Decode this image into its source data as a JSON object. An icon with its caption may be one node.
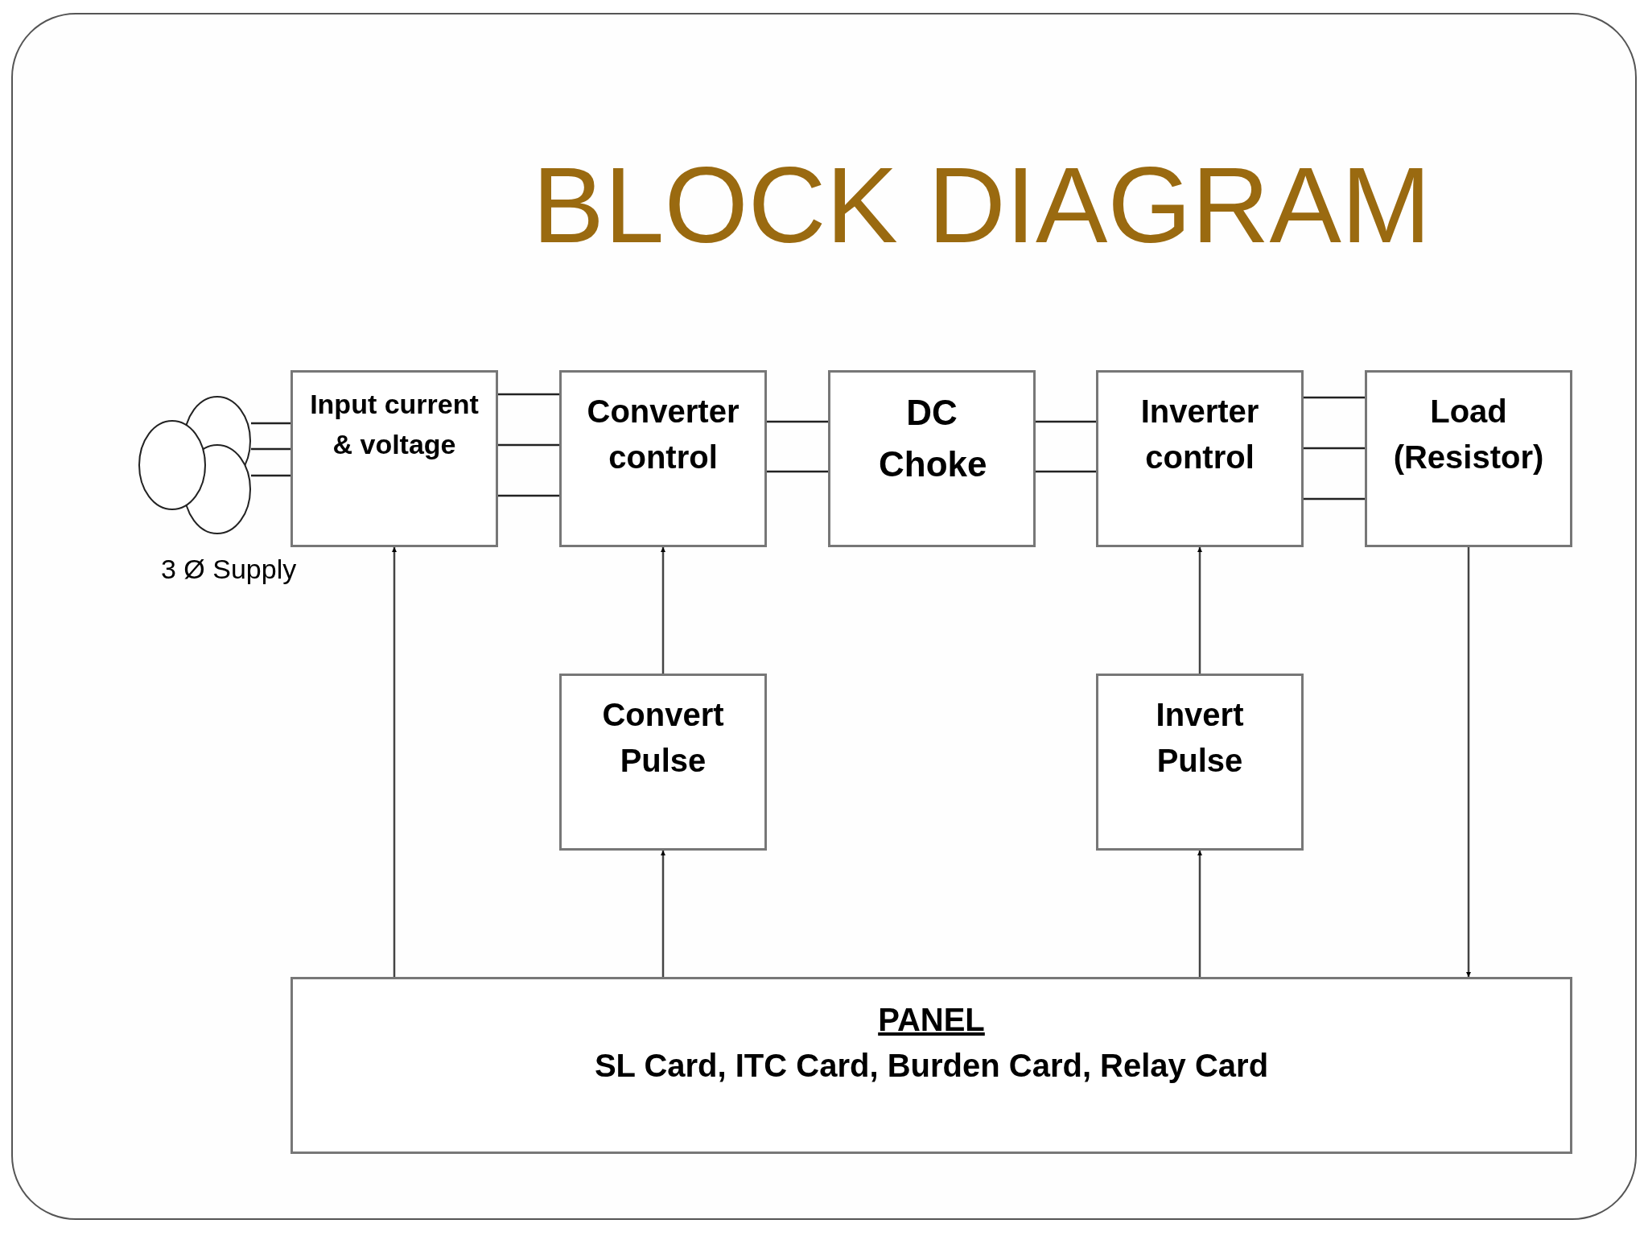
{
  "diagram": {
    "title": "BLOCK DIAGRAM",
    "nodes": [
      {
        "text": [],
        "shape": "circle"
      },
      {
        "text": [
          "Input current & voltage"
        ]
      },
      {
        "text": [
          "Converter control"
        ]
      },
      {
        "text": [
          "DC Choke"
        ]
      },
      {
        "text": [
          "Inverter control"
        ]
      },
      {
        "text": [
          "Load (Resistor)"
        ]
      },
      {
        "text": [
          "Convert Pulse"
        ]
      },
      {
        "text": [
          "Invert Pulse"
        ]
      },
      {
        "text": [
          "PANEL",
          "SL Card, ITC Card, Burden Card, Relay Card"
        ]
      }
    ],
    "edges": [
      {
        "from": 0,
        "to": 1,
        "arrow": "none"
      },
      {
        "from": 0,
        "to": 1,
        "arrow": "none"
      },
      {
        "from": 0,
        "to": 1,
        "arrow": "none"
      },
      {
        "from": 1,
        "to": 2,
        "arrow": "none"
      },
      {
        "from": 1,
        "to": 2,
        "arrow": "none"
      },
      {
        "from": 1,
        "to": 2,
        "arrow": "none"
      },
      {
        "from": 2,
        "to": 3,
        "arrow": "none"
      },
      {
        "from": 2,
        "to": 3,
        "arrow": "none"
      },
      {
        "from": 3,
        "to": 4,
        "arrow": "none"
      },
      {
        "from": 3,
        "to": 4,
        "arrow": "none"
      },
      {
        "from": 4,
        "to": 5,
        "arrow": "none"
      },
      {
        "from": 4,
        "to": 5,
        "arrow": "none"
      },
      {
        "from": 4,
        "to": 5,
        "arrow": "none"
      },
      {
        "from": 8,
        "to": 1,
        "arrow": "to"
      },
      {
        "from": 6,
        "to": 2,
        "arrow": "to"
      },
      {
        "from": 8,
        "to": 6,
        "arrow": "to"
      },
      {
        "from": 7,
        "to": 4,
        "arrow": "to"
      },
      {
        "from": 8,
        "to": 7,
        "arrow": "to"
      },
      {
        "from": 5,
        "to": 8,
        "arrow": "to"
      }
    ],
    "labels": [
      "3 Ø Supply"
    ]
  }
}
